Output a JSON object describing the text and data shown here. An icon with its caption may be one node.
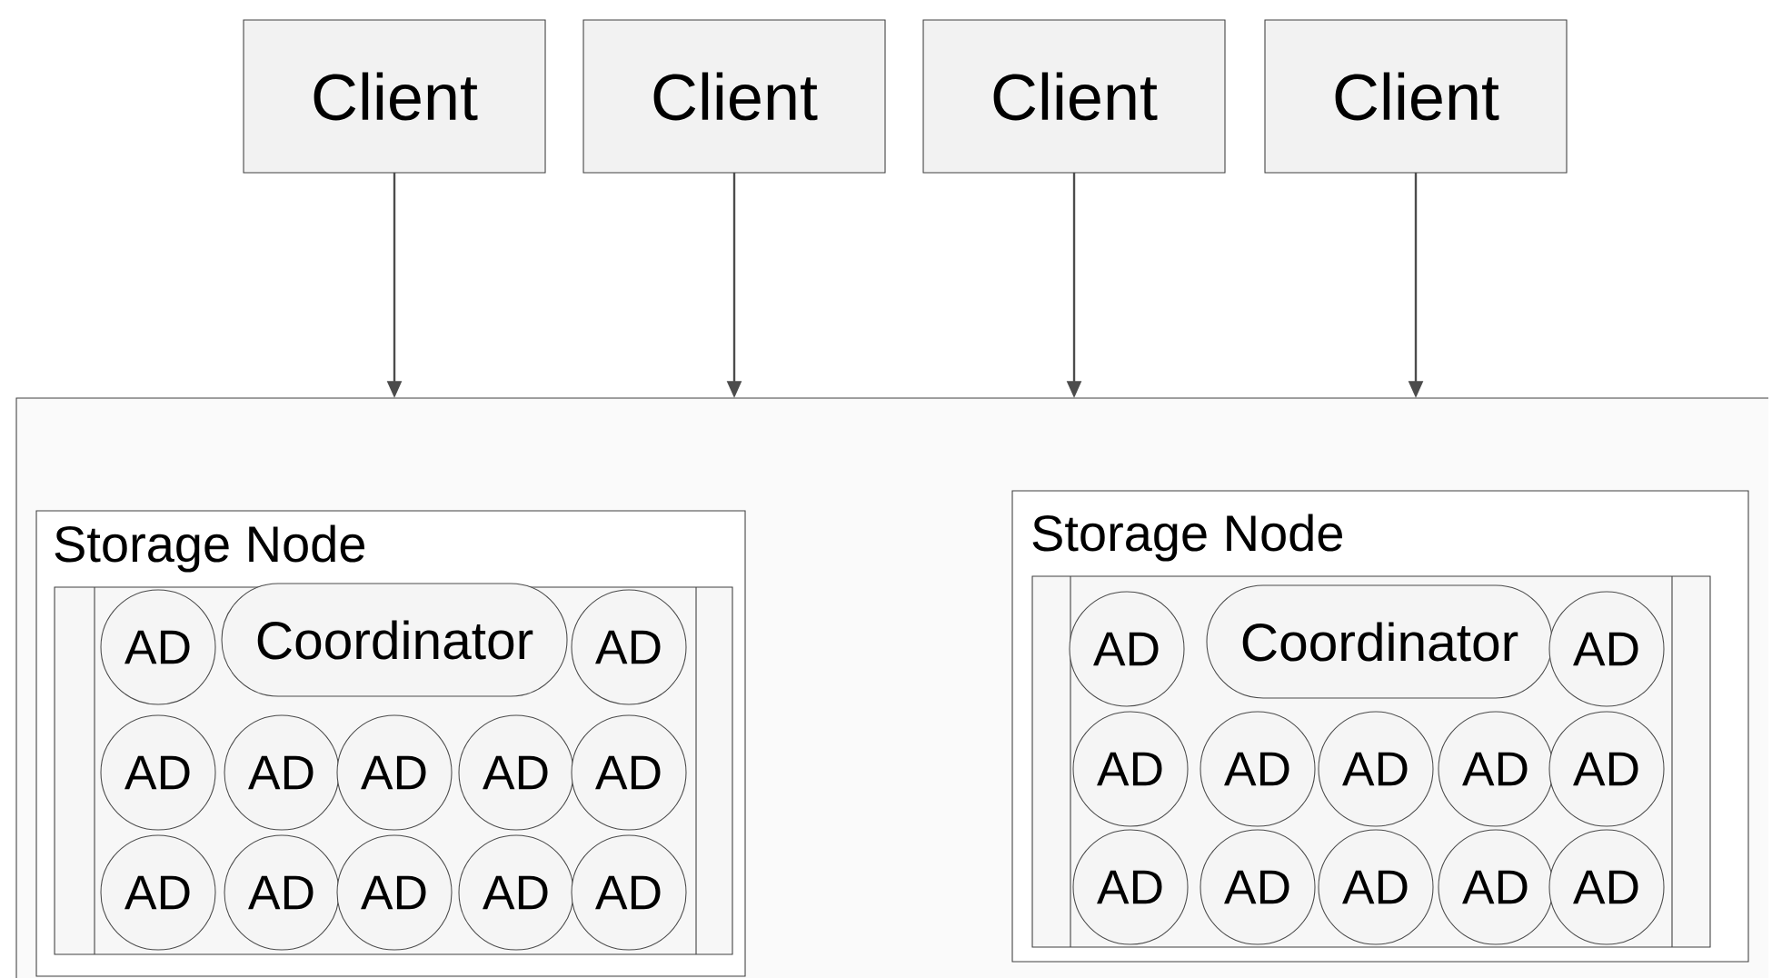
{
  "diagram": {
    "nodes": [
      {
        "text": [
          "Client"
        ]
      },
      {
        "text": [
          "Client"
        ]
      },
      {
        "text": [
          "Client"
        ]
      },
      {
        "text": [
          "Client"
        ]
      },
      {
        "text": [],
        "shape": "box"
      },
      {
        "text": [
          "Storage Node"
        ],
        "in": 4
      },
      {
        "text": [
          "AD"
        ],
        "in": 5
      },
      {
        "text": [
          "Coordinator"
        ],
        "in": 5
      },
      {
        "text": [
          "AD"
        ],
        "in": 5
      },
      {
        "text": [
          "AD"
        ],
        "in": 5
      },
      {
        "text": [
          "AD"
        ],
        "in": 5
      },
      {
        "text": [
          "AD"
        ],
        "in": 5
      },
      {
        "text": [
          "AD"
        ],
        "in": 5
      },
      {
        "text": [
          "AD"
        ],
        "in": 5
      },
      {
        "text": [
          "AD"
        ],
        "in": 5
      },
      {
        "text": [
          "AD"
        ],
        "in": 5
      },
      {
        "text": [
          "AD"
        ],
        "in": 5
      },
      {
        "text": [
          "AD"
        ],
        "in": 5
      },
      {
        "text": [
          "AD"
        ],
        "in": 5
      },
      {
        "text": [
          "Storage Node"
        ],
        "in": 4
      },
      {
        "text": [
          "AD"
        ],
        "in": 19
      },
      {
        "text": [
          "Coordinator"
        ],
        "in": 19
      },
      {
        "text": [
          "AD"
        ],
        "in": 19
      },
      {
        "text": [
          "AD"
        ],
        "in": 19
      },
      {
        "text": [
          "AD"
        ],
        "in": 19
      },
      {
        "text": [
          "AD"
        ],
        "in": 19
      },
      {
        "text": [
          "AD"
        ],
        "in": 19
      },
      {
        "text": [
          "AD"
        ],
        "in": 19
      },
      {
        "text": [
          "AD"
        ],
        "in": 19
      },
      {
        "text": [
          "AD"
        ],
        "in": 19
      },
      {
        "text": [
          "AD"
        ],
        "in": 19
      },
      {
        "text": [
          "AD"
        ],
        "in": 19
      },
      {
        "text": [
          "AD"
        ],
        "in": 19
      }
    ],
    "edges": [
      {
        "from": 0,
        "to": 4,
        "arrow": "to"
      },
      {
        "from": 1,
        "to": 4,
        "arrow": "to"
      },
      {
        "from": 2,
        "to": 4,
        "arrow": "to"
      },
      {
        "from": 3,
        "to": 4,
        "arrow": "to"
      }
    ]
  }
}
